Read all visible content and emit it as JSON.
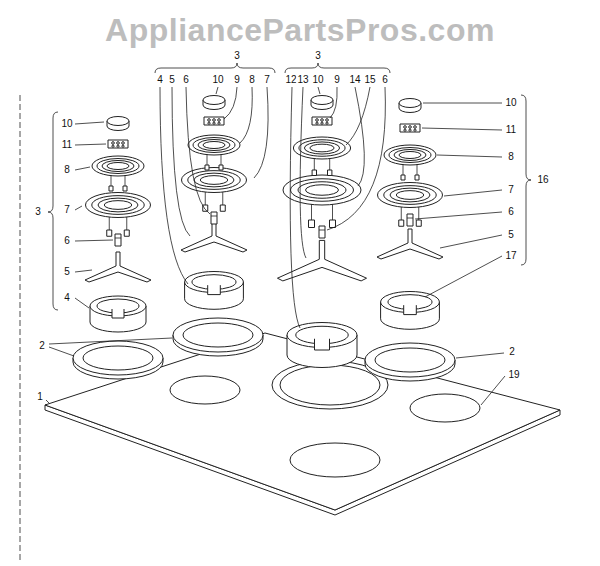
{
  "diagram": {
    "labels": [
      "AppliancePartsPros.com",
      "3",
      "4",
      "5",
      "6",
      "10",
      "9",
      "8",
      "7",
      "3",
      "12",
      "13",
      "10",
      "9",
      "14",
      "15",
      "6",
      "10",
      "11",
      "8",
      "7",
      "6",
      "5",
      "4",
      "3",
      "10",
      "11",
      "8",
      "7",
      "6",
      "5",
      "17",
      "16",
      "2",
      "2",
      "19",
      "1"
    ]
  }
}
